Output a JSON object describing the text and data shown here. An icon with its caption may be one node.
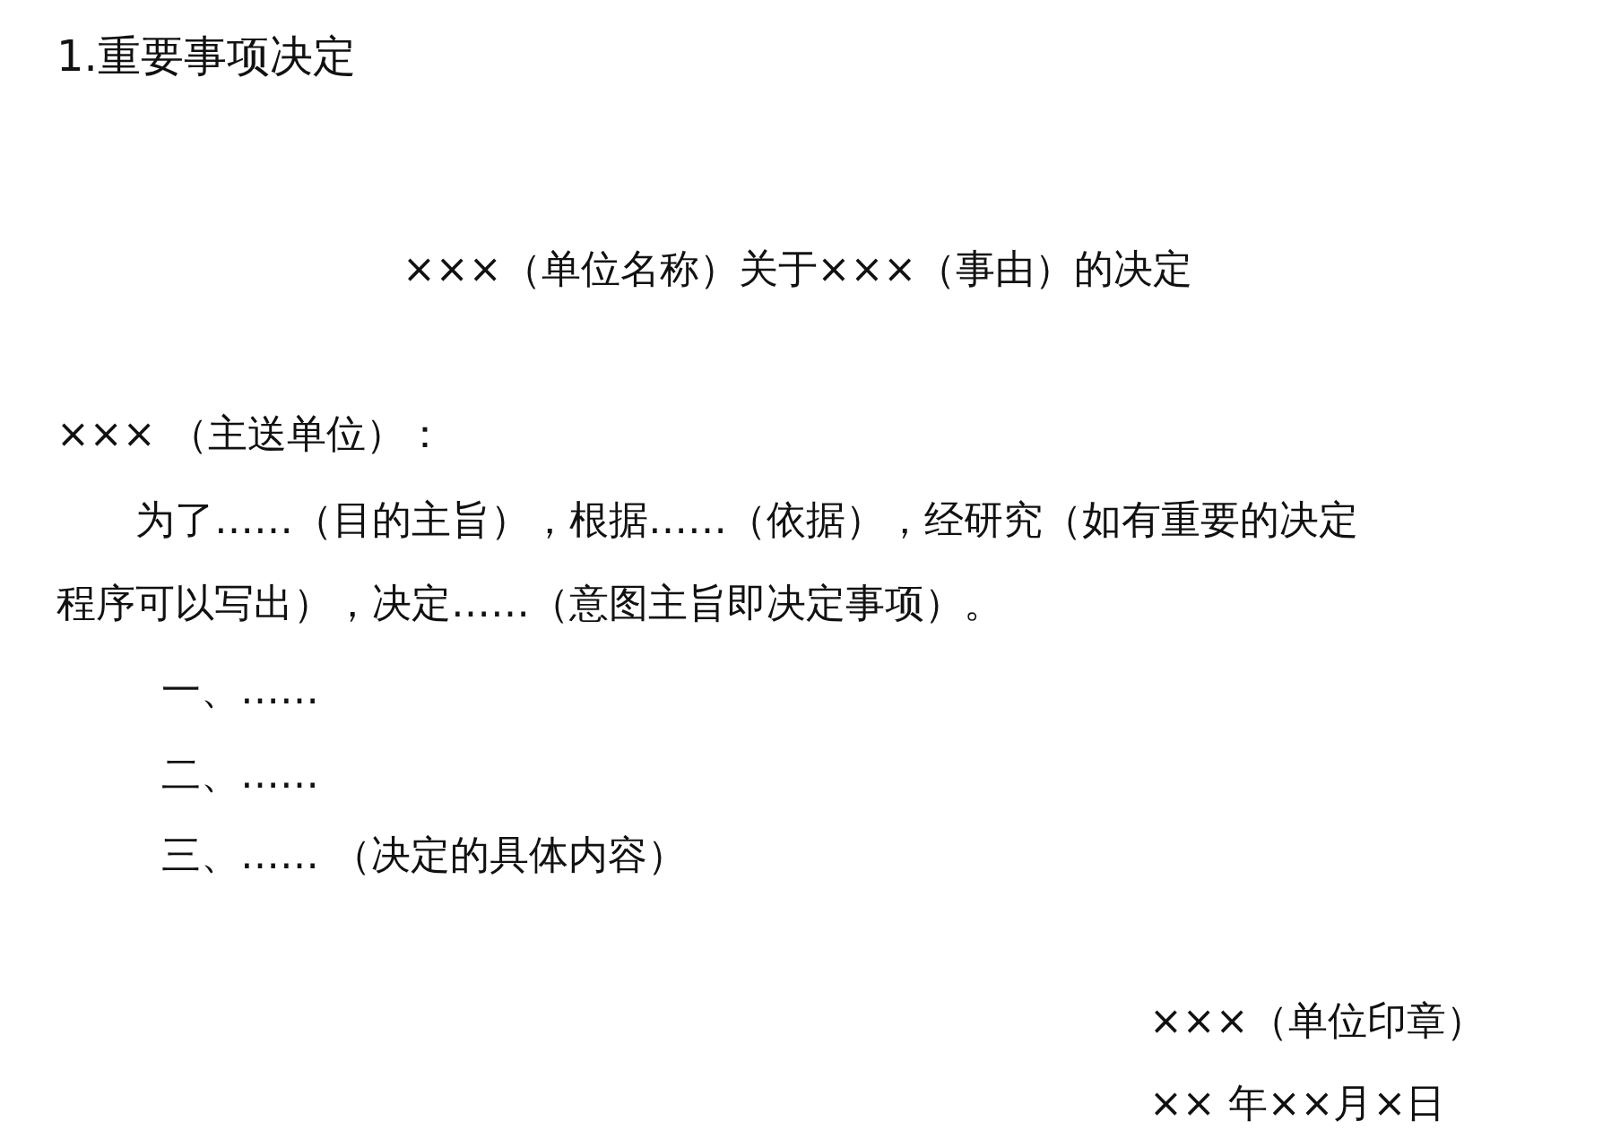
{
  "diagram": {
    "title": "1.重要事项决定",
    "labels": [
      "×××（单位名称）关于×××（事由）的决定",
      "××× （主送单位）：",
      "为了……（目的主旨），根据……（依据），经研究（如有重要的决定程序可以写出），决定……（意图主旨即决定事项）。",
      "一、……",
      "二、……",
      "三、…… （决定的具体内容）",
      "×××（单位印章）",
      "×× 年××月×日"
    ]
  }
}
